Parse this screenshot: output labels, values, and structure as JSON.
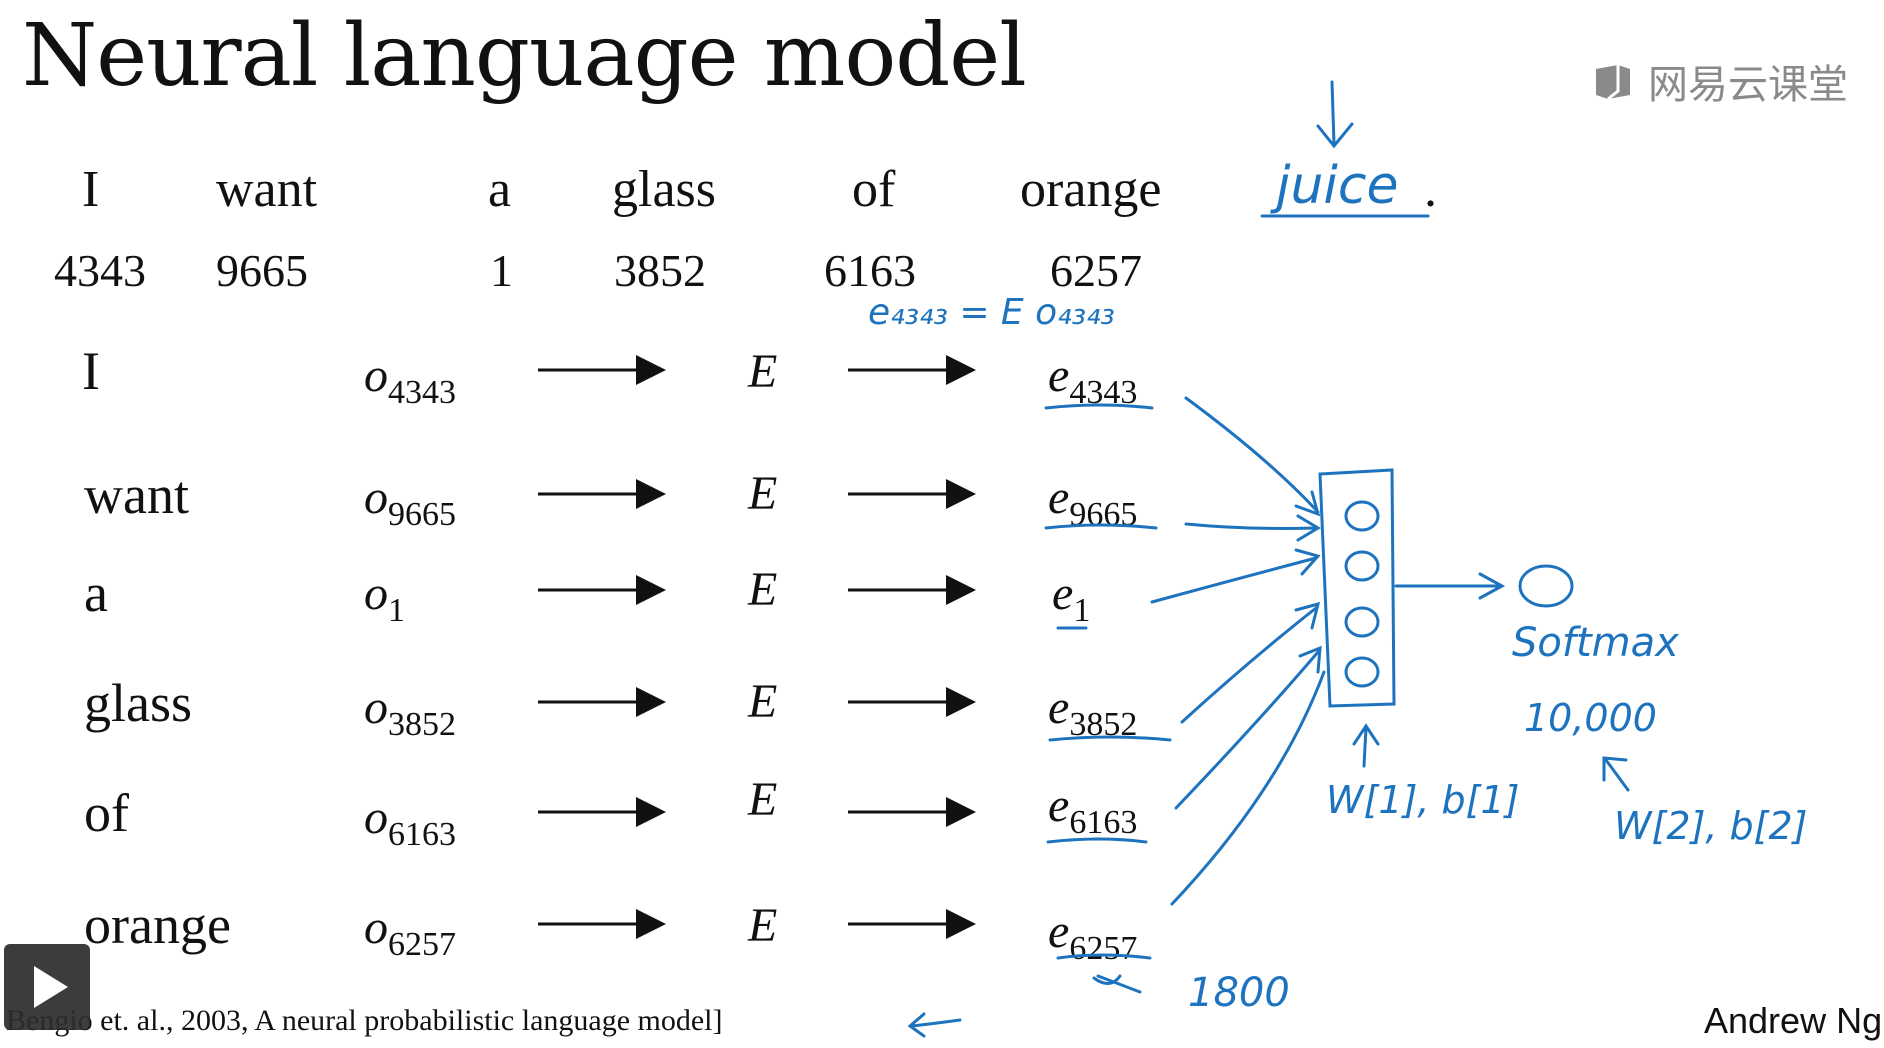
{
  "title": "Neural language model",
  "logo": {
    "text": "网易云课堂",
    "icon": "cloud-classroom-icon"
  },
  "sentence": {
    "words": [
      "I",
      "want",
      "a",
      "glass",
      "of",
      "orange"
    ],
    "indices": [
      "4343",
      "9665",
      "1",
      "3852",
      "6163",
      "6257"
    ],
    "blank_word": "juice",
    "period": "."
  },
  "rows": [
    {
      "word": "I",
      "o_sub": "4343",
      "e_sub": "4343"
    },
    {
      "word": "want",
      "o_sub": "9665",
      "e_sub": "9665"
    },
    {
      "word": "a",
      "o_sub": "1",
      "e_sub": "1"
    },
    {
      "word": "glass",
      "o_sub": "3852",
      "e_sub": "3852"
    },
    {
      "word": "of",
      "o_sub": "6163",
      "e_sub": "6163"
    },
    {
      "word": "orange",
      "o_sub": "6257",
      "e_sub": "6257"
    }
  ],
  "symbols": {
    "o": "o",
    "E": "E",
    "e": "e"
  },
  "annotations": {
    "equation": "e₄₃₄₃ = E o₄₃₄₃",
    "softmax": "Softmax",
    "vocab_size": "10,000",
    "params_layer1": "W[1], b[1]",
    "params_layer2": "W[2], b[2]",
    "input_size": "1800"
  },
  "citation": "Bengio et. al., 2003, A neural probabilistic language model]",
  "author": "Andrew Ng",
  "colors": {
    "ink": "#111111",
    "pen": "#1e73be"
  },
  "icons": {
    "play": "play-icon"
  }
}
